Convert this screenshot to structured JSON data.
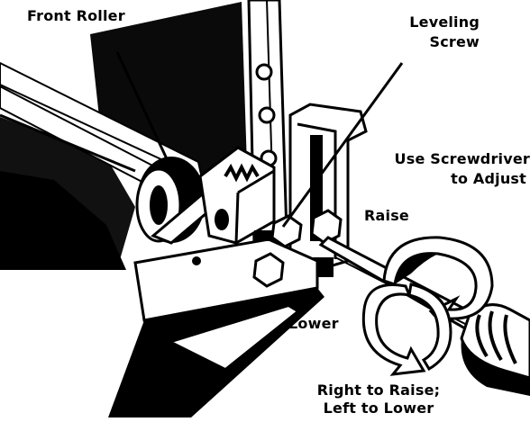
{
  "labels": {
    "front_roller": "Front Roller",
    "leveling_screw_1": "Leveling",
    "leveling_screw_2": "Screw",
    "use_screwdriver_1": "Use Screwdriver",
    "use_screwdriver_2": "to Adjust",
    "raise": "Raise",
    "lower": "Lower",
    "right_to_raise_1": "Right to Raise;",
    "right_to_raise_2": "Left to Lower"
  },
  "colors": {
    "ink": "#000000",
    "paper": "#ffffff"
  }
}
